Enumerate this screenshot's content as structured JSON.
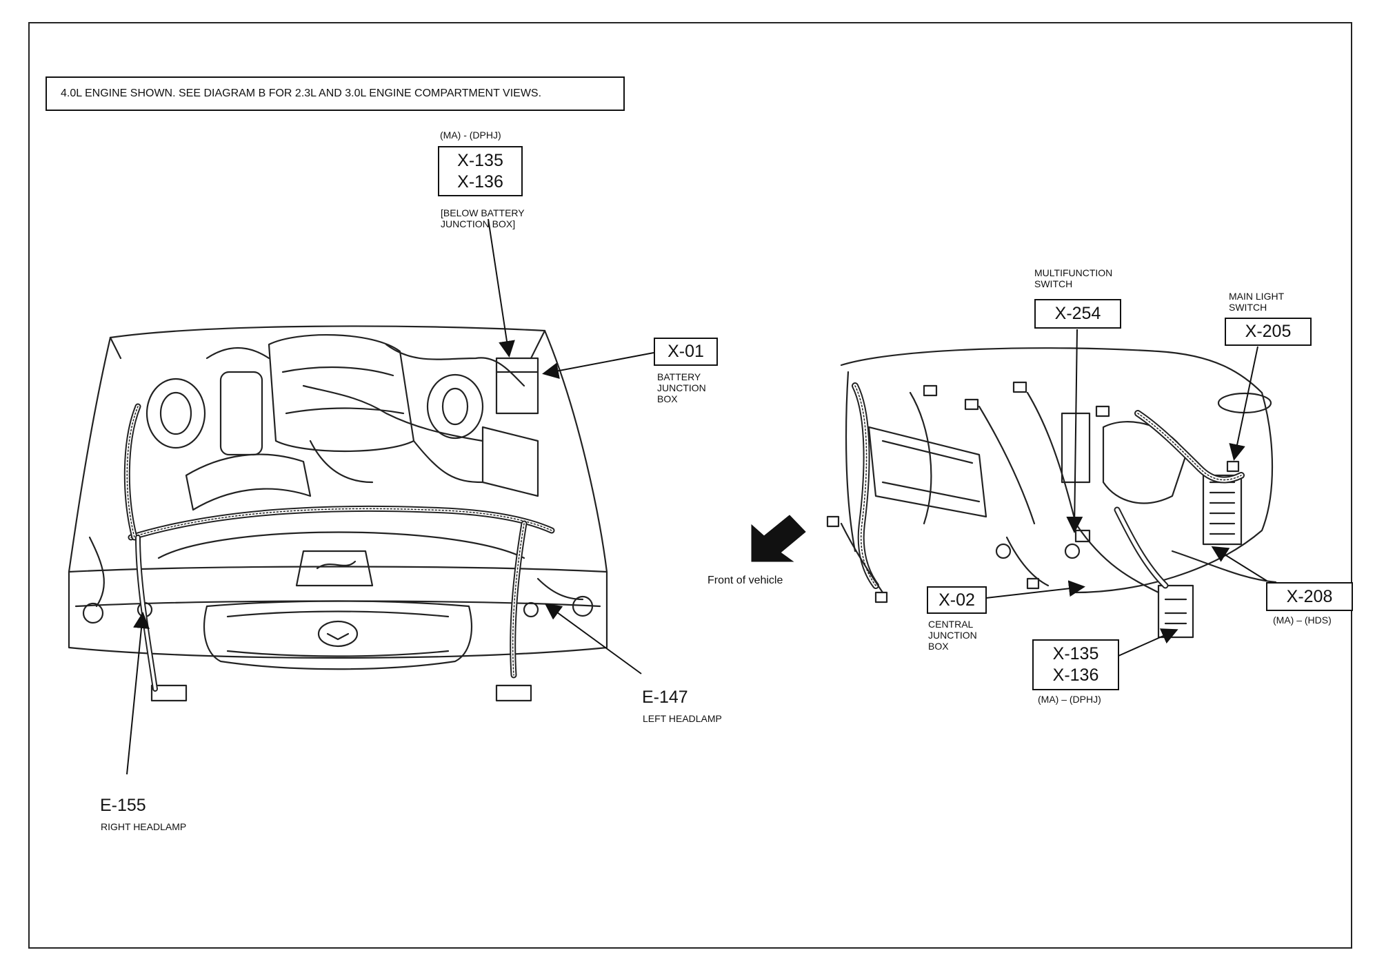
{
  "notice": "4.0L ENGINE SHOWN. SEE DIAGRAM B FOR 2.3L AND 3.0L ENGINE COMPARTMENT VIEWS.",
  "engine_view": {
    "x135_top": {
      "tag": "(MA) - (DPHJ)",
      "codes": [
        "X-135",
        "X-136"
      ],
      "note": [
        "[BELOW BATTERY",
        "JUNCTION BOX]"
      ]
    },
    "x01": {
      "code": "X-01",
      "desc": [
        "BATTERY",
        "JUNCTION",
        "BOX"
      ]
    },
    "e147": {
      "code": "E-147",
      "desc": "LEFT HEADLAMP"
    },
    "e155": {
      "code": "E-155",
      "desc": "RIGHT HEADLAMP"
    }
  },
  "dash_view": {
    "front_label": "Front of vehicle",
    "x254": {
      "code": "X-254",
      "desc": [
        "MULTIFUNCTION",
        "SWITCH"
      ]
    },
    "x205": {
      "code": "X-205",
      "desc": [
        "MAIN LIGHT",
        "SWITCH"
      ]
    },
    "x02": {
      "code": "X-02",
      "desc": [
        "CENTRAL",
        "JUNCTION",
        "BOX"
      ]
    },
    "x208": {
      "code": "X-208",
      "tag": "(MA) – (HDS)"
    },
    "x135_bottom": {
      "codes": [
        "X-135",
        "X-136"
      ],
      "tag": "(MA) – (DPHJ)"
    }
  }
}
